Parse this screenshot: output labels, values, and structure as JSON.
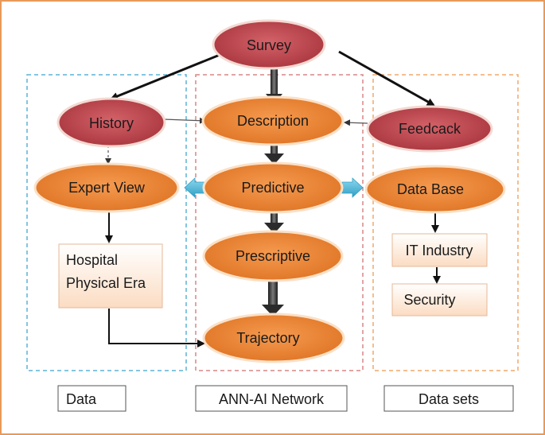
{
  "nodes": {
    "survey": "Survey",
    "history": "History",
    "description": "Description",
    "feedback": "Feedcack",
    "expert_view": "Expert View",
    "predictive": "Predictive",
    "data_base": "Data Base",
    "hospital_line1": "Hospital",
    "hospital_line2": "Physical Era",
    "prescriptive": "Prescriptive",
    "it_industry": "IT Industry",
    "security": "Security",
    "trajectory": "Trajectory"
  },
  "sections": {
    "data": "Data",
    "ann_ai_network": "ANN-AI Network",
    "data_sets": "Data sets"
  },
  "colors": {
    "red_node": "#c0474f",
    "orange_node": "#ee8533",
    "box_fill": "#fbe3cf",
    "blue_dash": "#5bb3d6",
    "red_dash": "#d98585",
    "orange_dash": "#f2a86a",
    "cyan_arrow": "#46b6d6",
    "frame": "#e79a5a"
  }
}
